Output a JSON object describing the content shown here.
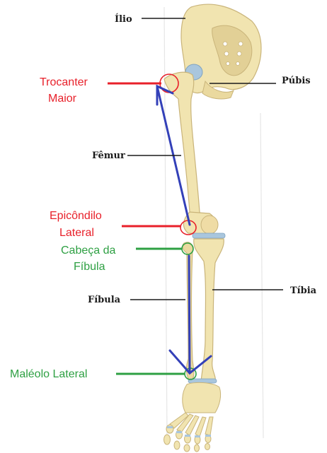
{
  "labels": {
    "ilio": "Ílio",
    "pubis": "Púbis",
    "femur": "Fêmur",
    "fibula": "Fíbula",
    "tibia": "Tíbia",
    "trocanter_line1": "Trocanter",
    "trocanter_line2": "Maior",
    "epicondilo_line1": "Epicôndilo",
    "epicondilo_line2": "Lateral",
    "cabeca_line1": "Cabeça da",
    "cabeca_line2": "Fíbula",
    "maleolo": "Maléolo Lateral"
  },
  "colors": {
    "bone": "#f1e4b0",
    "bone_dark": "#c9b47a",
    "cartilage": "#a9c6dd",
    "red": "#e8202a",
    "green": "#2ea043",
    "blue": "#3340b8",
    "black": "#1a1a1a"
  }
}
